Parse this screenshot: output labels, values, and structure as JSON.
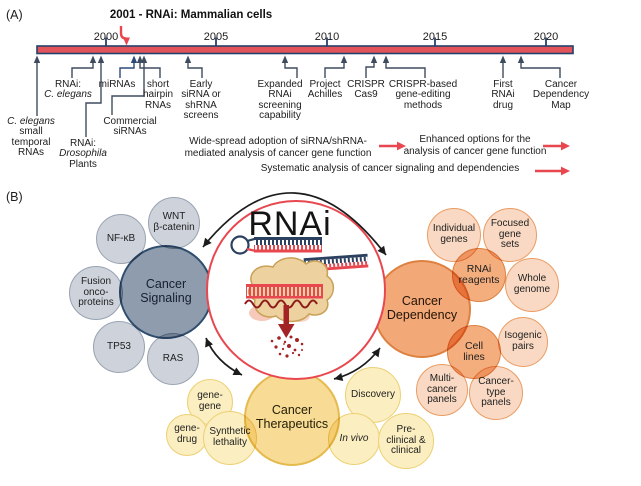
{
  "panel_a": {
    "label": "(A)",
    "title": "2001 - RNAi: Mammalian cells",
    "years": [
      "2000",
      "2005",
      "2010",
      "2015",
      "2020"
    ],
    "events": [
      {
        "italic": "C. elegans",
        "text": "small\ntemporal\nRNAs"
      },
      {
        "text": "RNAi:",
        "italic": "C. elegans"
      },
      {
        "text": "RNAi:",
        "italic": "Drosophila",
        "text2": "Plants"
      },
      {
        "text": "miRNAs"
      },
      {
        "text": "short\nhairpin\nRNAs"
      },
      {
        "text": "Commercial\nsiRNAs"
      },
      {
        "text": "Early\nsiRNA or\nshRNA\nscreens"
      },
      {
        "text": "Expanded\nRNAi\nscreening\ncapability"
      },
      {
        "text": "Project\nAchilles"
      },
      {
        "text": "CRISPR\nCas9"
      },
      {
        "text": "CRISPR-based\ngene-editing\nmethods"
      },
      {
        "text": "First\nRNAi\ndrug"
      },
      {
        "text": "Cancer\nDependency\nMap"
      }
    ],
    "flow_arrows": [
      {
        "line1": "Wide-spread adoption of siRNA/shRNA-",
        "line2": "mediated analysis of cancer gene function"
      },
      {
        "line1": "Enhanced options for the",
        "line2": "analysis of cancer gene function"
      },
      {
        "line1": "Systematic analysis of cancer signaling and dependencies"
      }
    ]
  },
  "panel_b": {
    "label": "(B)",
    "center_title": "RNAi",
    "signaling": {
      "title": "Cancer\nSignaling",
      "satellites": [
        "WNT\nβ-catenin",
        "NF-κB",
        "Fusion\nonco-\nproteins",
        "TP53",
        "RAS"
      ]
    },
    "dependency": {
      "title": "Cancer\nDependency",
      "mid": [
        "RNAi\nreagents",
        "Cell\nlines"
      ],
      "satellites": [
        "Individual\ngenes",
        "Focused\ngene\nsets",
        "Whole\ngenome",
        "Isogenic\npairs",
        "Cancer-\ntype\npanels",
        "Multi-\ncancer\npanels"
      ]
    },
    "therapeutics": {
      "title": "Cancer\nTherapeutics",
      "satellites": [
        "gene-\ngene",
        "gene-\ndrug",
        "Synthetic\nlethality",
        "Discovery",
        "In vivo",
        "Pre-\nclinical &\nclinical"
      ]
    }
  },
  "colors": {
    "accent_red": "#e8474f",
    "timeline_bar": "#e25459",
    "timeline_border": "#24416b",
    "connector": "#3e4c5f",
    "connector_navy": "#2d4a7a",
    "signaling_fill": "#8e9cae",
    "dependency_fill": "#f2a877",
    "therapeutics_fill": "#f8dc96",
    "dark_red": "#a32424"
  }
}
